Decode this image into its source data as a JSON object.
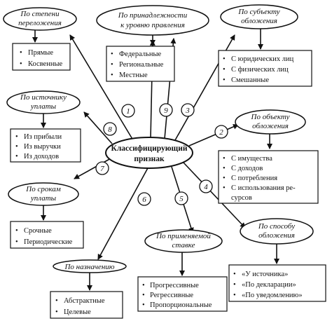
{
  "center": {
    "line1": "Классифицирующий",
    "line2": "признак"
  },
  "categories": {
    "shifting": {
      "lines": [
        "По степени",
        "переложения"
      ]
    },
    "government": {
      "lines": [
        "По принадлежности",
        "к уровню правления"
      ]
    },
    "subject": {
      "lines": [
        "По субъекту",
        "обложения"
      ]
    },
    "source": {
      "lines": [
        "По источнику",
        "уплаты"
      ]
    },
    "object": {
      "lines": [
        "По объекту",
        "обложения"
      ]
    },
    "terms": {
      "lines": [
        "По срокам",
        "уплаты"
      ]
    },
    "rate": {
      "lines": [
        "По применяемой",
        "ставке"
      ]
    },
    "method": {
      "lines": [
        "По способу",
        "обложения"
      ]
    },
    "purpose": {
      "lines": [
        "По назначению"
      ]
    }
  },
  "lists": {
    "shifting": [
      "Прямые",
      "Косвенные"
    ],
    "government": [
      "Федеральные",
      "Региональные",
      "Местные"
    ],
    "subject": [
      "С юридических лиц",
      "С физических лиц",
      "Смешанные"
    ],
    "source": [
      "Из прибыли",
      "Из выручки",
      "Из доходов"
    ],
    "object": [
      "С имущества",
      "С доходов",
      "С потребления",
      "С использования ре-",
      "сурсов"
    ],
    "terms": [
      "Срочные",
      "Периодические"
    ],
    "rate": [
      "Прогрессивные",
      "Регрессивные",
      "Пропорциональные"
    ],
    "method": [
      "«У источника»",
      "«По декларации»",
      "«По уведомлению»"
    ],
    "purpose": [
      "Абстрактные",
      "Целевые"
    ]
  },
  "numbers": {
    "n1": "1",
    "n2": "2",
    "n3": "3",
    "n4": "4",
    "n5": "5",
    "n6": "6",
    "n7": "7",
    "n8": "8",
    "n9": "9"
  }
}
